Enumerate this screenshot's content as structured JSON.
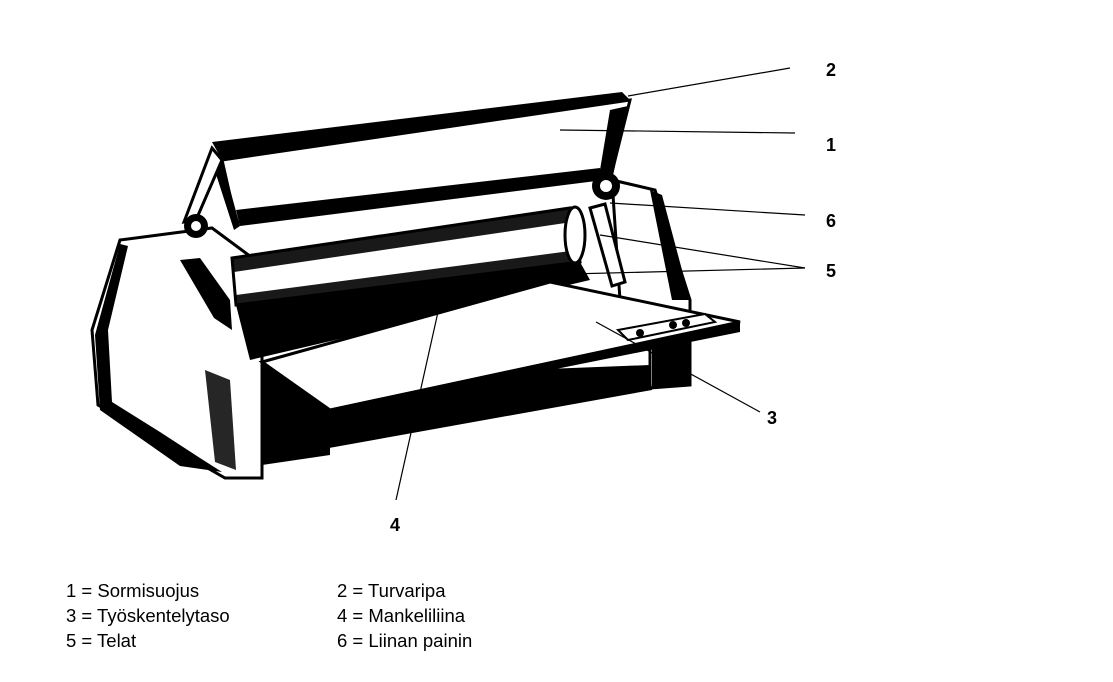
{
  "callouts": {
    "c1": "1",
    "c2": "2",
    "c3": "3",
    "c4": "4",
    "c5": "5",
    "c6": "6"
  },
  "legend": {
    "rows": [
      [
        "1 = Sormisuojus",
        "2 = Turvaripa"
      ],
      [
        "3 = Työskentelytaso",
        "4 = Mankeliliina"
      ],
      [
        "5 = Telat",
        "6 = Liinan painin"
      ]
    ]
  },
  "colors": {
    "ink": "#000000",
    "paper": "#ffffff"
  }
}
